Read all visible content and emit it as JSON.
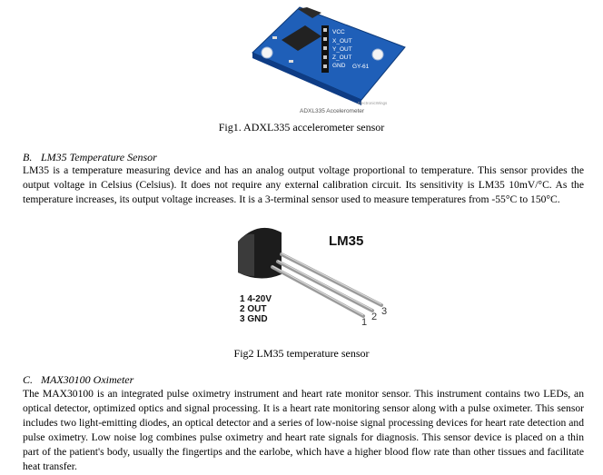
{
  "figure1": {
    "board_pins": [
      "VCC",
      "X_OUT",
      "Y_OUT",
      "Z_OUT",
      "GND"
    ],
    "board_marking": "GY-61",
    "image_caption": "ADXL335 Accelerometer",
    "watermark": "ElectronicWings",
    "caption": "Fig1. ADXL335 accelerometer sensor"
  },
  "section_b": {
    "number": "B.",
    "title": "LM35 Temperature Sensor",
    "paragraph": "LM35 is a temperature measuring device and has an analog output voltage proportional to temperature. This sensor provides the output voltage in Celsius (Celsius). It does not require any external calibration circuit. Its sensitivity is LM35 10mV/°C. As the temperature increases, its output voltage increases. It is a 3-terminal sensor used to measure temperatures from -55°C to 150°C."
  },
  "figure2": {
    "part_label": "LM35",
    "pin_list": [
      "1 4-20V",
      "2 OUT",
      "3 GND"
    ],
    "pin_numbers": [
      "1",
      "2",
      "3"
    ],
    "caption": "Fig2 LM35 temperature sensor"
  },
  "section_c": {
    "number": "C.",
    "title": "MAX30100 Oximeter",
    "paragraph": "The MAX30100 is an integrated pulse oximetry instrument and heart rate monitor sensor. This instrument contains two LEDs, an optical detector, optimized optics and signal processing. It is a heart rate monitoring sensor along with a pulse oximeter. This sensor includes two light-emitting diodes, an optical detector and a series of low-noise signal processing devices for heart rate detection and pulse oximetry. Low noise log combines pulse oximetry and heart rate signals for diagnosis. This sensor device is placed on a thin part of the patient's body, usually the fingertips and the earlobe, which have a higher blood flow rate than other tissues and facilitate heat transfer."
  }
}
